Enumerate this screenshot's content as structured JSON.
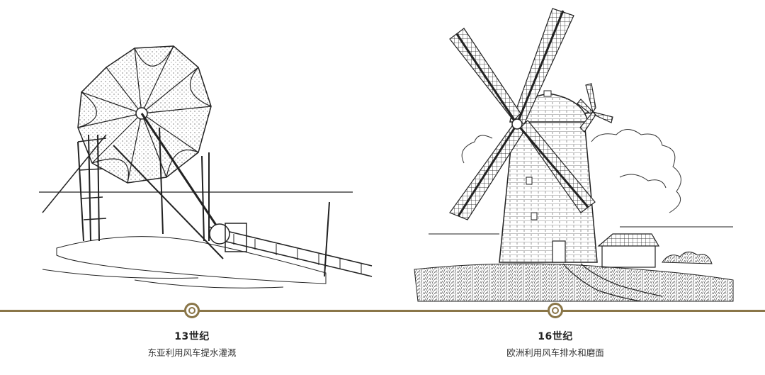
{
  "timeline": {
    "accent_color": "#8a7648",
    "events": [
      {
        "year": "13世纪",
        "description": "东亚利用风车提水灌溉",
        "illustration": "chinese-sail-windmill-illustration"
      },
      {
        "year": "16世纪",
        "description": "欧洲利用风车排水和磨面",
        "illustration": "european-tower-windmill-illustration"
      }
    ]
  }
}
